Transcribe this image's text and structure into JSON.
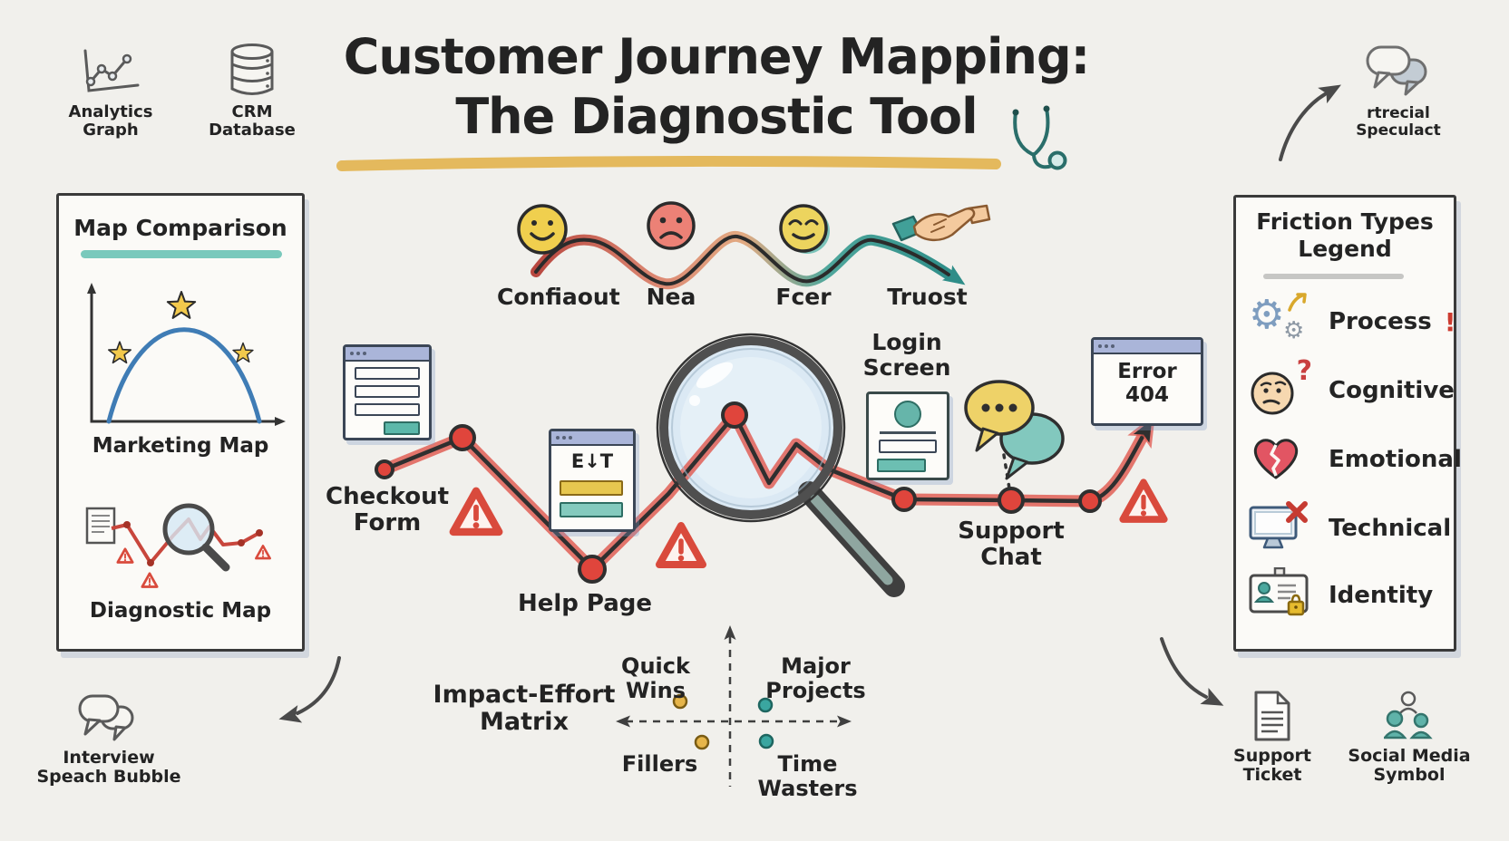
{
  "title": {
    "line1": "Customer Journey Mapping:",
    "line2": "The Diagnostic Tool"
  },
  "corner_icons": {
    "analytics": {
      "line1": "Analytics",
      "line2": "Graph"
    },
    "crm": {
      "line1": "CRM",
      "line2": "Database"
    },
    "social_specialist": {
      "line1": "rtrecial",
      "line2": "Speculact"
    },
    "interview": {
      "line1": "Interview",
      "line2": "Speach Bubble"
    },
    "support_ticket": {
      "line1": "Support",
      "line2": "Ticket"
    },
    "social_media": {
      "line1": "Social Media",
      "line2": "Symbol"
    }
  },
  "map_comparison": {
    "title": "Map Comparison",
    "marketing_label": "Marketing Map",
    "diagnostic_label": "Diagnostic Map"
  },
  "emotions": [
    {
      "label": "Confiaout"
    },
    {
      "label": "Nea"
    },
    {
      "label": "Fcer"
    },
    {
      "label": "Truost"
    }
  ],
  "journey": {
    "checkout": {
      "line1": "Checkout",
      "line2": "Form"
    },
    "help_page": "Help Page",
    "login": {
      "line1": "Login",
      "line2": "Screen"
    },
    "support_chat": {
      "line1": "Support",
      "line2": "Chat"
    },
    "help_window_text": "E↓T",
    "error_window": {
      "line1": "Error",
      "line2": "404"
    }
  },
  "matrix": {
    "label_line1": "Impact-Effort",
    "label_line2": "Matrix",
    "quick_wins": "Quick Wins",
    "major_projects": "Major Projects",
    "fillers": "Fillers",
    "time_wasters": "Time Wasters"
  },
  "legend": {
    "title_line1": "Friction Types",
    "title_line2": "Legend",
    "process_mark": "!",
    "cognitive_mark": "?",
    "items": [
      {
        "label": "Process"
      },
      {
        "label": "Cognitive"
      },
      {
        "label": "Emotional"
      },
      {
        "label": "Technical"
      },
      {
        "label": "Identity"
      }
    ]
  },
  "glyphs": {
    "gear": "⚙"
  },
  "colors": {
    "paper": "#f1f0ec",
    "ink": "#2b2b2b",
    "journey_red": "#e0564c",
    "teal": "#48a89e",
    "yellow": "#e9c44d",
    "window_bar": "#aab5d9",
    "star": "#f2c94c",
    "curve_blue": "#3f7cb5"
  }
}
